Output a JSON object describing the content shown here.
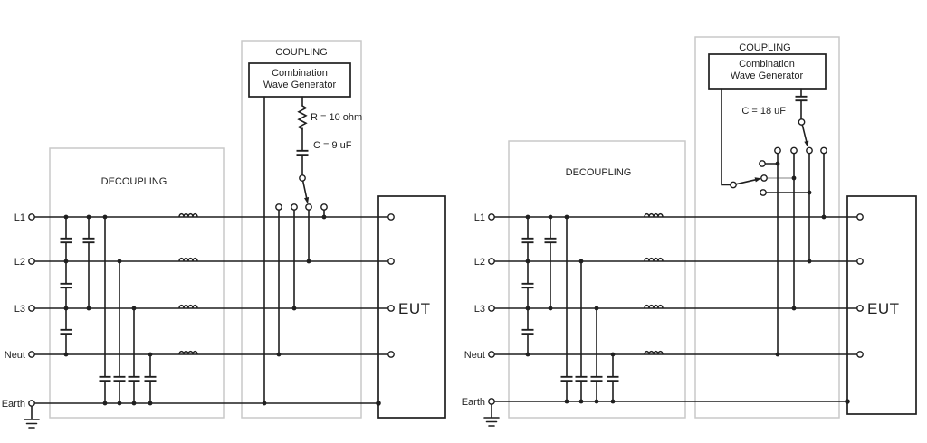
{
  "left_circuit": {
    "coupling_label": "COUPLING",
    "decoupling_label": "DECOUPLING",
    "generator": {
      "line1": "Combination",
      "line2": "Wave Generator"
    },
    "resistor_label": "R = 10 ohm",
    "capacitor_label": "C = 9 uF",
    "eut_label": "EUT",
    "line_labels": [
      "L1",
      "L2",
      "L3",
      "Neut",
      "Earth"
    ]
  },
  "right_circuit": {
    "coupling_label": "COUPLING",
    "decoupling_label": "DECOUPLING",
    "generator": {
      "line1": "Combination",
      "line2": "Wave Generator"
    },
    "capacitor_label": "C = 18 uF",
    "eut_label": "EUT",
    "line_labels": [
      "L1",
      "L2",
      "L3",
      "Neut",
      "Earth"
    ]
  },
  "colors": {
    "wire": "#1f1f1f",
    "box": "#c9c9c9",
    "inactive": "#b8b8b8",
    "bg": "#ffffff"
  }
}
